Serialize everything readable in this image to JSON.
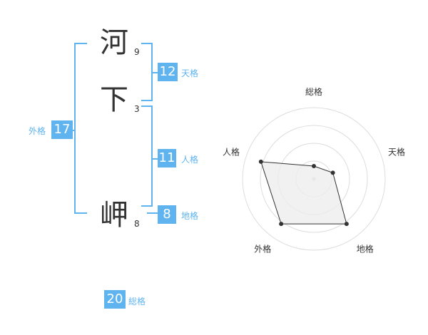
{
  "name": {
    "chars": [
      {
        "char": "河",
        "strokes": "9"
      },
      {
        "char": "下",
        "strokes": "3"
      },
      {
        "char": "岬",
        "strokes": "8"
      }
    ]
  },
  "scores": {
    "tenkaku": {
      "value": "12",
      "label": "天格"
    },
    "jinkaku": {
      "value": "11",
      "label": "人格"
    },
    "chikaku": {
      "value": "8",
      "label": "地格"
    },
    "gaikaku": {
      "value": "17",
      "label": "外格"
    },
    "soukaku": {
      "value": "20",
      "label": "総格"
    }
  },
  "chart_data": {
    "type": "radar",
    "axes": [
      "総格",
      "天格",
      "地格",
      "外格",
      "人格"
    ],
    "values": [
      0.18,
      0.28,
      0.78,
      0.78,
      0.78
    ],
    "rings": 4,
    "colors": {
      "fill": "#eeeeee",
      "stroke": "#333333",
      "ring": "#dddddd"
    }
  }
}
